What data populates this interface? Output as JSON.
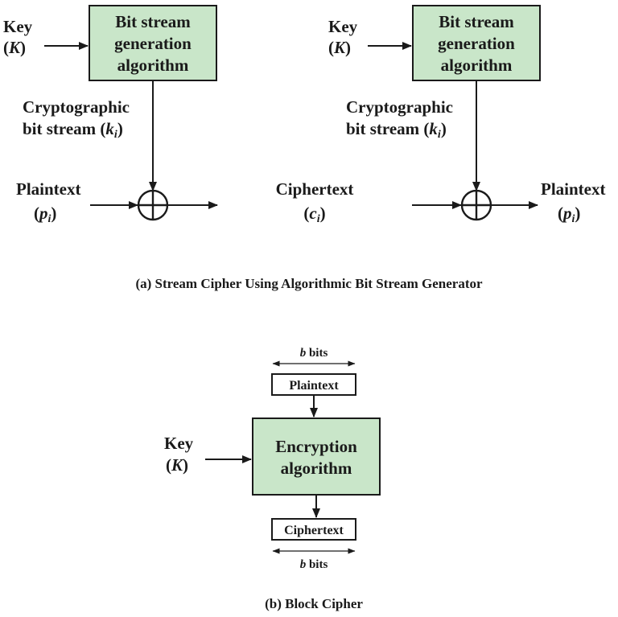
{
  "stream": {
    "enc": {
      "key_label": "Key",
      "key_symbol": "K",
      "gen_line1": "Bit stream",
      "gen_line2": "generation",
      "gen_line3": "algorithm",
      "ks_line1": "Cryptographic",
      "ks_line2_prefix": "bit stream (",
      "ks_sym": "k",
      "ks_sub": "i",
      "pt_label": "Plaintext",
      "pt_sym": "p",
      "pt_sub": "i"
    },
    "ct_label": "Ciphertext",
    "ct_sym": "c",
    "ct_sub": "i",
    "dec": {
      "key_label": "Key",
      "key_symbol": "K",
      "gen_line1": "Bit stream",
      "gen_line2": "generation",
      "gen_line3": "algorithm",
      "ks_line1": "Cryptographic",
      "ks_line2_prefix": "bit stream (",
      "ks_sym": "k",
      "ks_sub": "i",
      "pt_label": "Plaintext",
      "pt_sym": "p",
      "pt_sub": "i"
    },
    "caption": "(a) Stream Cipher Using Algorithmic Bit Stream Generator"
  },
  "block": {
    "bits_top_sym": "b",
    "bits_top_word": " bits",
    "plaintext": "Plaintext",
    "key_label": "Key",
    "key_symbol": "K",
    "enc_line1": "Encryption",
    "enc_line2": "algorithm",
    "ciphertext": "Ciphertext",
    "bits_bottom_sym": "b",
    "bits_bottom_word": " bits",
    "caption": "(b) Block Cipher"
  },
  "colors": {
    "box_fill": "#c9e6c9",
    "ink": "#1a1a1a"
  }
}
